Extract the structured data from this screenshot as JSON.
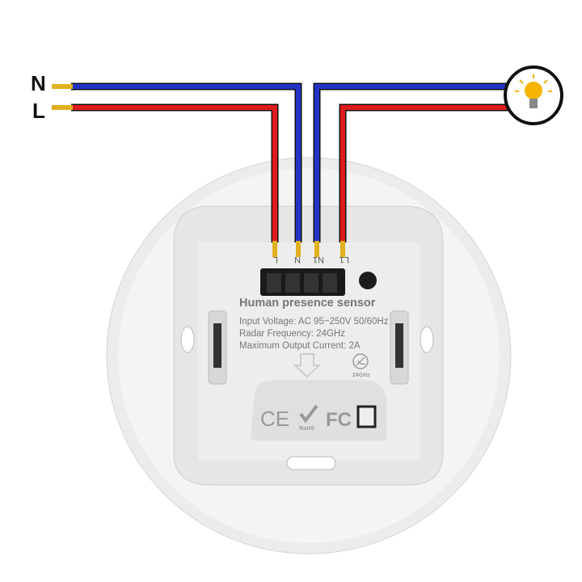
{
  "wire_labels": {
    "neutral": "N",
    "live": "L"
  },
  "terminals": [
    "L",
    "N",
    "N1",
    "L1"
  ],
  "device": {
    "title": "Human presence sensor",
    "specs": [
      "Input Voltage: AC 95~250V  50/60Hz",
      "Radar Frequency: 24GHz",
      "Maximum Output Current: 2A"
    ],
    "radar_badge": "24GHz",
    "cert_marks": {
      "ce": "CE",
      "rohs": "RoHS",
      "fcc": "FC"
    }
  },
  "colors": {
    "neutral_wire": "#2233c8",
    "live_wire": "#e01b1b",
    "wire_tip": "#e0b020",
    "bulb": "#f5b400"
  },
  "icons": {
    "load": "light-bulb-icon",
    "radar": "radar-dish-icon",
    "rohs": "checkmark-icon"
  }
}
